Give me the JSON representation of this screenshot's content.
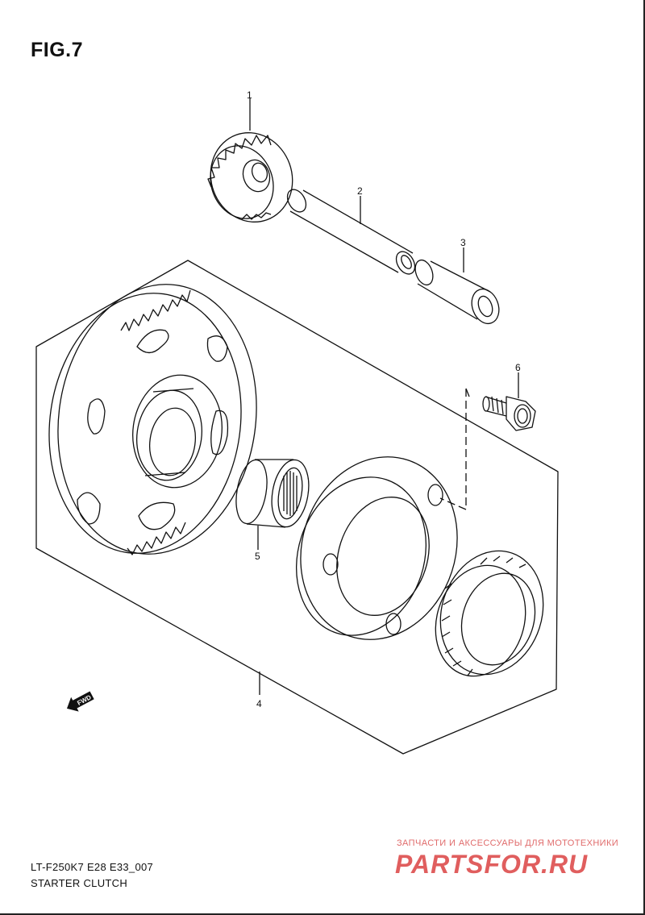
{
  "figure": {
    "title": "FIG.7",
    "model_code": "LT-F250K7 E28 E33_007",
    "caption": "STARTER CLUTCH"
  },
  "callouts": [
    {
      "id": "1",
      "label": "1"
    },
    {
      "id": "2",
      "label": "2"
    },
    {
      "id": "3",
      "label": "3"
    },
    {
      "id": "4",
      "label": "4"
    },
    {
      "id": "5",
      "label": "5"
    },
    {
      "id": "6",
      "label": "6"
    }
  ],
  "direction_marker": {
    "label": "FWD",
    "icon": "fwd-arrow-icon"
  },
  "watermark": {
    "tagline": "ЗАПЧАСТИ И АКСЕССУАРЫ ДЛЯ МОТОТЕХНИКИ",
    "logo_text": "PARTSFOR.RU",
    "color": "#d62828"
  }
}
